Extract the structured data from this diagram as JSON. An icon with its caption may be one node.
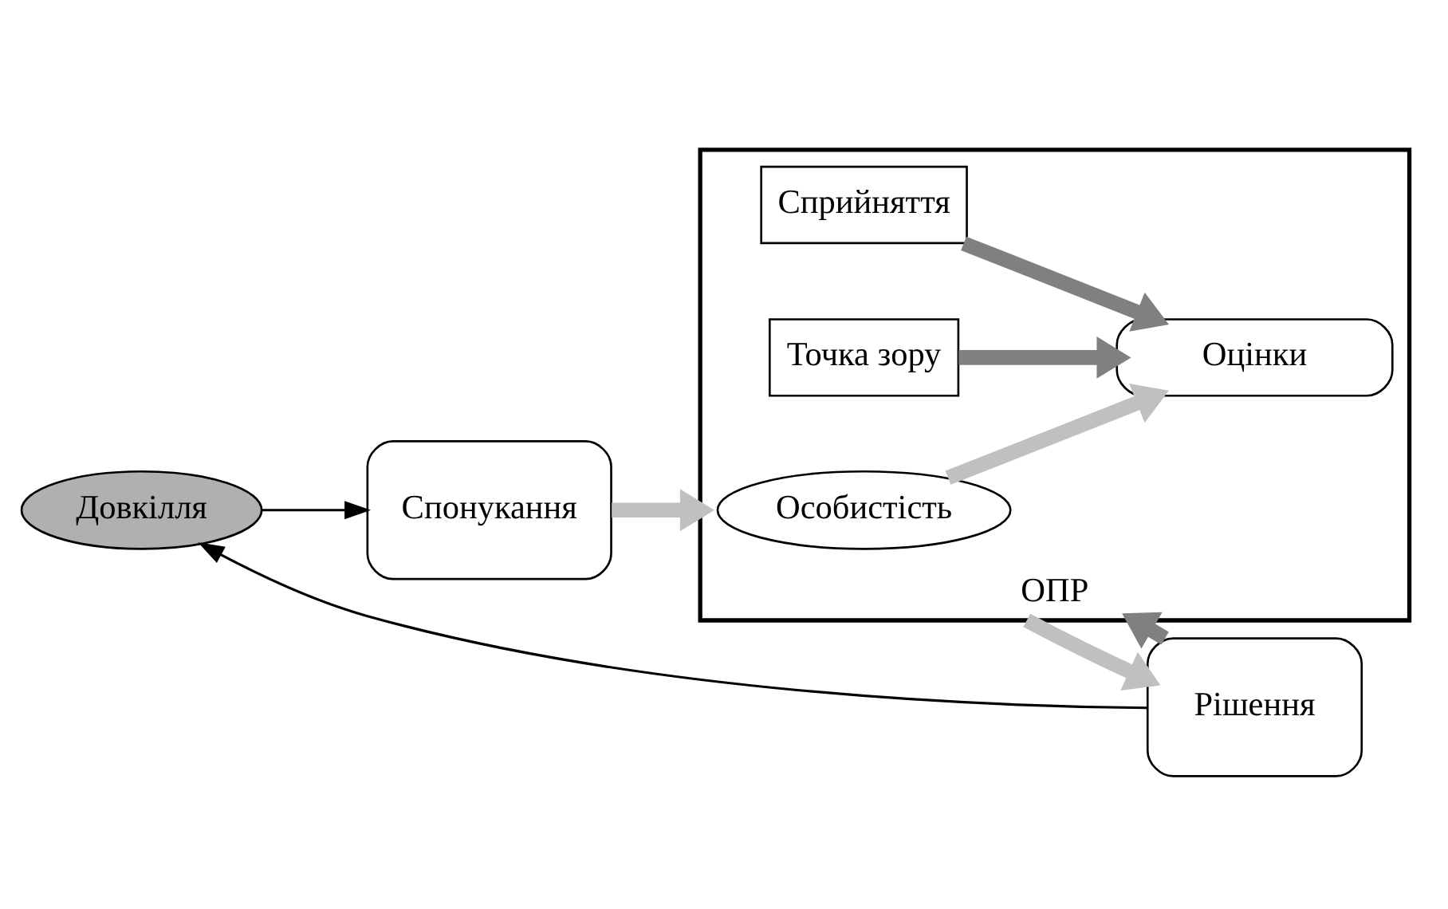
{
  "diagram": {
    "nodes": [
      {
        "text": [
          "Довкілля"
        ]
      },
      {
        "text": [
          "Спонукання"
        ]
      },
      {
        "text": [
          "ОПР"
        ]
      },
      {
        "text": [
          "Особистість"
        ],
        "in": 2
      },
      {
        "text": [
          "Оцінки"
        ],
        "in": 2
      },
      {
        "text": [
          "Сприйняття"
        ],
        "in": 2
      },
      {
        "text": [
          "Точка зору"
        ],
        "in": 2
      },
      {
        "text": [
          "Рішення"
        ]
      }
    ],
    "edges": [
      {
        "from": 0,
        "to": 1,
        "arrow": "to",
        "color": "#000000"
      },
      {
        "from": 1,
        "to": 2,
        "arrow": "to"
      },
      {
        "from": 3,
        "to": 4,
        "arrow": "to"
      },
      {
        "from": 5,
        "to": 4,
        "arrow": "to",
        "color": "#808080"
      },
      {
        "from": 6,
        "to": 4,
        "arrow": "to",
        "color": "#808080"
      },
      {
        "from": 2,
        "to": 7,
        "arrow": "to"
      },
      {
        "from": 7,
        "to": 0,
        "arrow": "to",
        "color": "#000000"
      },
      {
        "from": 7,
        "to": 2,
        "arrow": "to",
        "color": "#808080"
      }
    ]
  }
}
